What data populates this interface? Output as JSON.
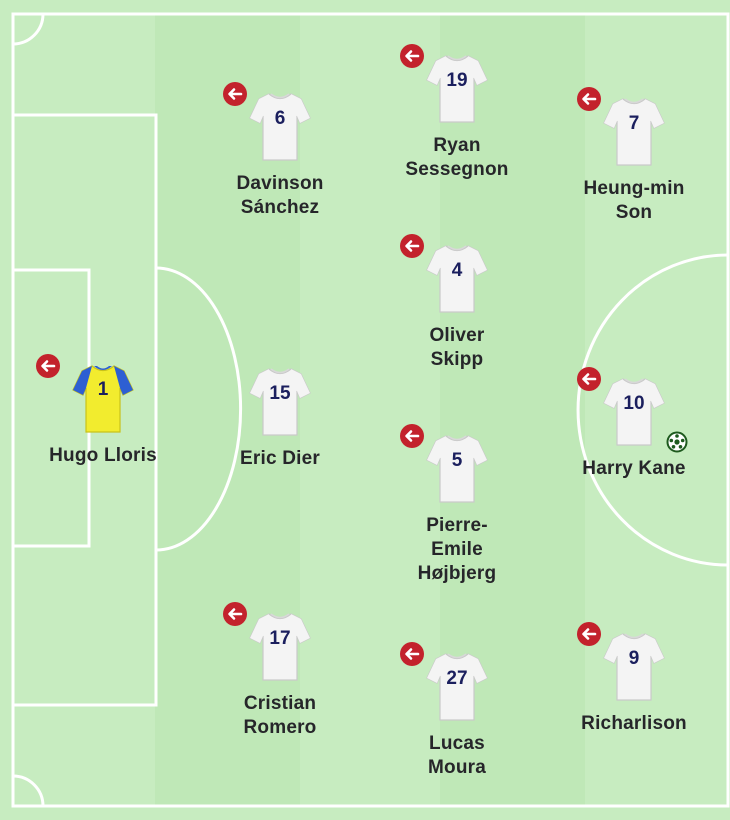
{
  "lineup": {
    "players": [
      {
        "number": "1",
        "name": "Hugo Lloris",
        "shirt": "goalkeeper",
        "subbed_off": true
      },
      {
        "number": "6",
        "name": "Davinson Sánchez",
        "shirt": "outfield",
        "subbed_off": true
      },
      {
        "number": "15",
        "name": "Eric Dier",
        "shirt": "outfield",
        "subbed_off": false
      },
      {
        "number": "17",
        "name": "Cristian Romero",
        "shirt": "outfield",
        "subbed_off": true
      },
      {
        "number": "19",
        "name": "Ryan Sessegnon",
        "shirt": "outfield",
        "subbed_off": true
      },
      {
        "number": "4",
        "name": "Oliver Skipp",
        "shirt": "outfield",
        "subbed_off": true
      },
      {
        "number": "5",
        "name": "Pierre-Emile Højbjerg",
        "shirt": "outfield",
        "subbed_off": true
      },
      {
        "number": "27",
        "name": "Lucas Moura",
        "shirt": "outfield",
        "subbed_off": true
      },
      {
        "number": "7",
        "name": "Heung-min Son",
        "shirt": "outfield",
        "subbed_off": true
      },
      {
        "number": "10",
        "name": "Harry Kane",
        "shirt": "outfield",
        "subbed_off": true,
        "scored": true
      },
      {
        "number": "9",
        "name": "Richarlison",
        "shirt": "outfield",
        "subbed_off": true
      }
    ]
  },
  "icons": {
    "substitution": "substitution-off-icon",
    "goal": "football-goal-icon"
  },
  "colors": {
    "pitch_light": "#c7ecc0",
    "pitch_dark": "#b6e3ae",
    "lines": "#ffffff",
    "outfield_shirt": "#f4f4f4",
    "goalkeeper_shirt": "#f2ec2e",
    "goalkeeper_sleeves": "#2d5fd3",
    "shirt_number": "#1b1f5e",
    "substitution_badge": "#c3222c"
  }
}
